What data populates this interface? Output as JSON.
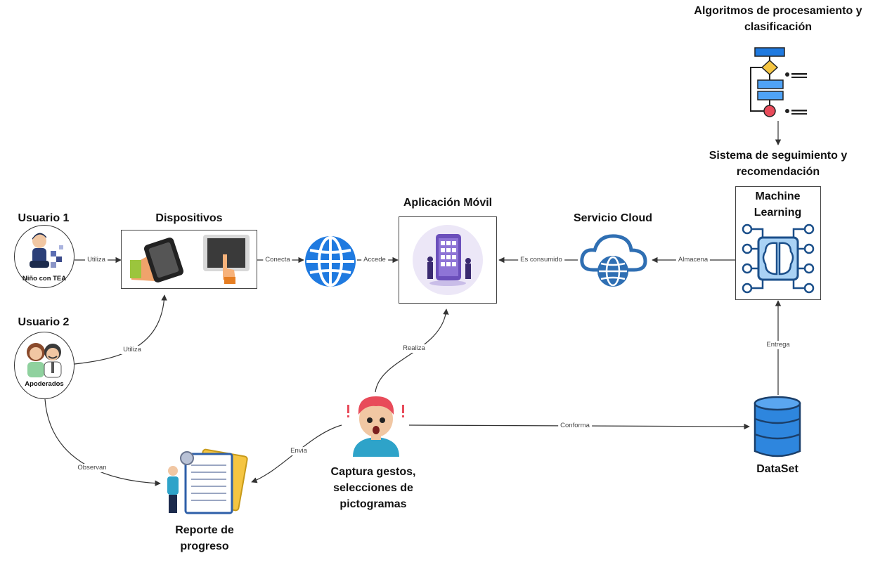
{
  "nodes": {
    "usuario1": {
      "title": "Usuario 1",
      "label": "Niño con TEA"
    },
    "usuario2": {
      "title": "Usuario 2",
      "label": "Apoderados"
    },
    "dispositivos": {
      "title": "Dispositivos"
    },
    "aplicacion": {
      "title": "Aplicación Móvil"
    },
    "servicio_cloud": {
      "title": "Servicio Cloud"
    },
    "machine_learning": {
      "title": "Machine Learning"
    },
    "sistema": {
      "title": "Sistema de seguimiento y recomendación"
    },
    "algoritmos": {
      "title": "Algoritmos de procesamiento y clasificación"
    },
    "captura": {
      "title": "Captura gestos, selecciones de pictogramas"
    },
    "dataset": {
      "title": "DataSet"
    },
    "reporte": {
      "title": "Reporte de progreso"
    }
  },
  "edges": {
    "utiliza1": "Utiliza",
    "utiliza2": "Utiliza",
    "conecta": "Conecta",
    "accede": "Accede",
    "es_consumido": "Es consumido",
    "almacena": "Almacena",
    "entrega": "Entrega",
    "conforma": "Conforma",
    "realiza": "Realiza",
    "envia": "Envia",
    "observan": "Observan"
  },
  "colors": {
    "globe_blue": "#1f7ae0",
    "cloud_blue": "#2f6fb3",
    "db_blue": "#2e86de",
    "app_purple": "#6b4fbb",
    "ml_blue": "#1b4f8a",
    "red_accent": "#e84b5a",
    "yellow_accent": "#f5c542"
  }
}
